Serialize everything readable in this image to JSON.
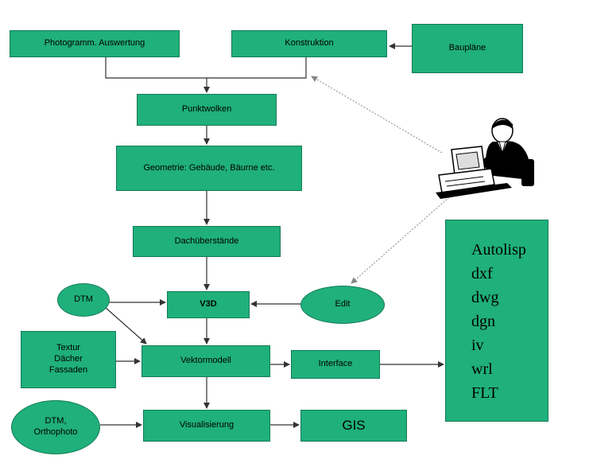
{
  "colors": {
    "node_fill": "#1fb07c",
    "line": "#333333",
    "dashed_line": "#888888"
  },
  "nodes": {
    "photogramm": "Photogramm. Auswertung",
    "konstruktion": "Konstruktion",
    "bauplaene": "Baupläne",
    "punktwolken": "Punktwolken",
    "geometrie": "Geometrie: Gebäude, Bäurne etc.",
    "dachueberstaende": "Dachüberstände",
    "dtm": "DTM",
    "v3d": "V3D",
    "edit": "Edit",
    "textur": "Textur\nDächer\nFassaden",
    "vektormodell": "Vektormodell",
    "interface": "Interface",
    "dtm_ortho": "DTM,\nOrthophoto",
    "visualisierung": "Visualisierung",
    "gis": "GIS"
  },
  "formats": [
    "Autolisp",
    "dxf",
    "dwg",
    "dgn",
    "iv",
    "wrl",
    "FLT"
  ],
  "person_icon": "person-at-computer-icon"
}
